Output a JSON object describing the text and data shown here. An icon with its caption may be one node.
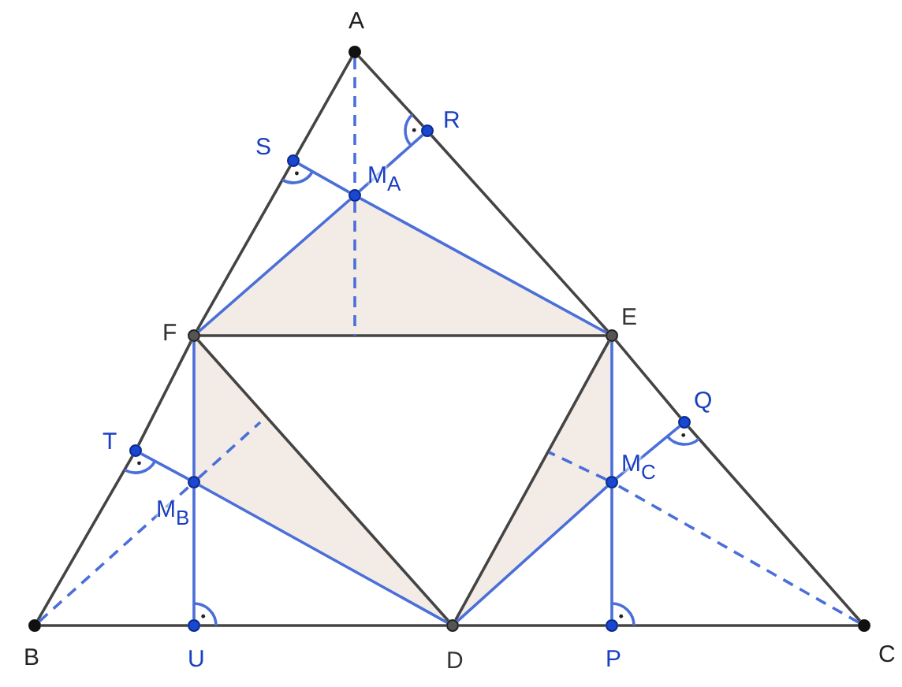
{
  "diagram": {
    "nodes": [
      {
        "text": [
          "A"
        ]
      },
      {
        "text": [
          "R"
        ]
      },
      {
        "text": [
          "S"
        ]
      },
      {
        "text": [
          "M$_{A}$"
        ]
      },
      {
        "text": [
          "F"
        ]
      },
      {
        "text": [
          "E"
        ]
      },
      {
        "text": [
          "Q"
        ]
      },
      {
        "text": [
          "T"
        ]
      },
      {
        "text": [
          "M$_{C}$"
        ]
      },
      {
        "text": [
          "M$_{B}$"
        ]
      },
      {
        "text": [
          "B"
        ]
      },
      {
        "text": [
          "U"
        ]
      },
      {
        "text": [
          "D"
        ]
      },
      {
        "text": [
          "P"
        ]
      },
      {
        "text": [
          "C"
        ]
      },
      {
        "text": [],
        "shape": "triangle"
      },
      {
        "text": [],
        "shape": "triangle"
      },
      {
        "text": [],
        "shape": "triangle"
      }
    ],
    "edges": [
      {
        "from": 0,
        "to": 2,
        "arrow": "none",
        "color": "#444444"
      },
      {
        "from": 2,
        "to": 4,
        "arrow": "none",
        "color": "#444444"
      },
      {
        "from": 4,
        "to": 7,
        "arrow": "none",
        "color": "#444444"
      },
      {
        "from": 7,
        "to": 10,
        "arrow": "none",
        "color": "#444444"
      },
      {
        "from": 0,
        "to": 1,
        "arrow": "none",
        "color": "#444444"
      },
      {
        "from": 1,
        "to": 5,
        "arrow": "none",
        "color": "#444444"
      },
      {
        "from": 5,
        "to": 6,
        "arrow": "none",
        "color": "#444444"
      },
      {
        "from": 6,
        "to": 14,
        "arrow": "none",
        "color": "#444444"
      },
      {
        "from": 10,
        "to": 11,
        "arrow": "none",
        "color": "#444444"
      },
      {
        "from": 11,
        "to": 12,
        "arrow": "none",
        "color": "#444444"
      },
      {
        "from": 12,
        "to": 13,
        "arrow": "none",
        "color": "#444444"
      },
      {
        "from": 13,
        "to": 14,
        "arrow": "none",
        "color": "#444444"
      },
      {
        "from": 4,
        "to": 5,
        "arrow": "none",
        "color": "#444444"
      },
      {
        "from": 4,
        "to": 12,
        "arrow": "none",
        "color": "#444444"
      },
      {
        "from": 5,
        "to": 12,
        "arrow": "none",
        "color": "#444444"
      },
      {
        "from": 3,
        "to": 2,
        "arrow": "none",
        "color": "#4a6fd8"
      },
      {
        "from": 3,
        "to": 1,
        "arrow": "none",
        "color": "#4a6fd8"
      },
      {
        "from": 3,
        "to": 4,
        "arrow": "none",
        "color": "#4a6fd8"
      },
      {
        "from": 3,
        "to": 5,
        "arrow": "none",
        "color": "#4a6fd8"
      },
      {
        "from": 9,
        "to": 7,
        "arrow": "none",
        "color": "#4a6fd8"
      },
      {
        "from": 9,
        "to": 12,
        "arrow": "none",
        "color": "#4a6fd8"
      },
      {
        "from": 4,
        "to": 9,
        "arrow": "none",
        "color": "#4a6fd8"
      },
      {
        "from": 9,
        "to": 11,
        "arrow": "none",
        "color": "#4a6fd8"
      },
      {
        "from": 8,
        "to": 6,
        "arrow": "none",
        "color": "#4a6fd8"
      },
      {
        "from": 8,
        "to": 12,
        "arrow": "none",
        "color": "#4a6fd8"
      },
      {
        "from": 5,
        "to": 8,
        "arrow": "none",
        "color": "#4a6fd8"
      },
      {
        "from": 8,
        "to": 13,
        "arrow": "none",
        "color": "#4a6fd8"
      },
      {
        "from": 0,
        "to": 3,
        "arrow": "none",
        "style": "dashed",
        "color": "#4a6fd8"
      },
      {
        "from": 3,
        "to": 15,
        "arrow": "none",
        "style": "dashed",
        "color": "#4a6fd8"
      },
      {
        "from": 10,
        "to": 9,
        "arrow": "none",
        "style": "dashed",
        "color": "#4a6fd8"
      },
      {
        "from": 9,
        "to": 16,
        "arrow": "none",
        "style": "dashed",
        "color": "#4a6fd8"
      },
      {
        "from": 14,
        "to": 8,
        "arrow": "none",
        "style": "dashed",
        "color": "#4a6fd8"
      },
      {
        "from": 8,
        "to": 17,
        "arrow": "none",
        "style": "dashed",
        "color": "#4a6fd8"
      }
    ]
  }
}
